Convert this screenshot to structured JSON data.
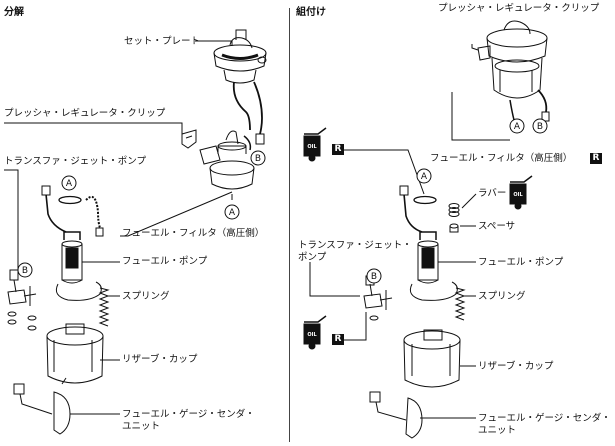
{
  "sections": {
    "left_title": "分解",
    "right_title": "組付け"
  },
  "labels": {
    "set_plate": "セット・プレート",
    "pressure_regulator_clip": "プレッシャ・レギュレータ・クリップ",
    "transfer_jet_pump": "トランスファ・ジェット・ポンプ",
    "transfer_jet_pump_line1": "トランスファ・ジェット・",
    "transfer_jet_pump_line2": "ポンプ",
    "fuel_filter": "フューエル・フィルタ（高圧側）",
    "fuel_pump": "フューエル・ポンプ",
    "spring": "スプリング",
    "reserve_cup": "リザーブ・カップ",
    "sender_line1": "フューエル・ゲージ・センダ・",
    "sender_line2": "ユニット",
    "rubber": "ラバー",
    "spacer": "スペーサ"
  },
  "markers": {
    "a": "A",
    "b": "B"
  },
  "symbols": {
    "oil_text": "OIL",
    "replace_badge": "R"
  }
}
